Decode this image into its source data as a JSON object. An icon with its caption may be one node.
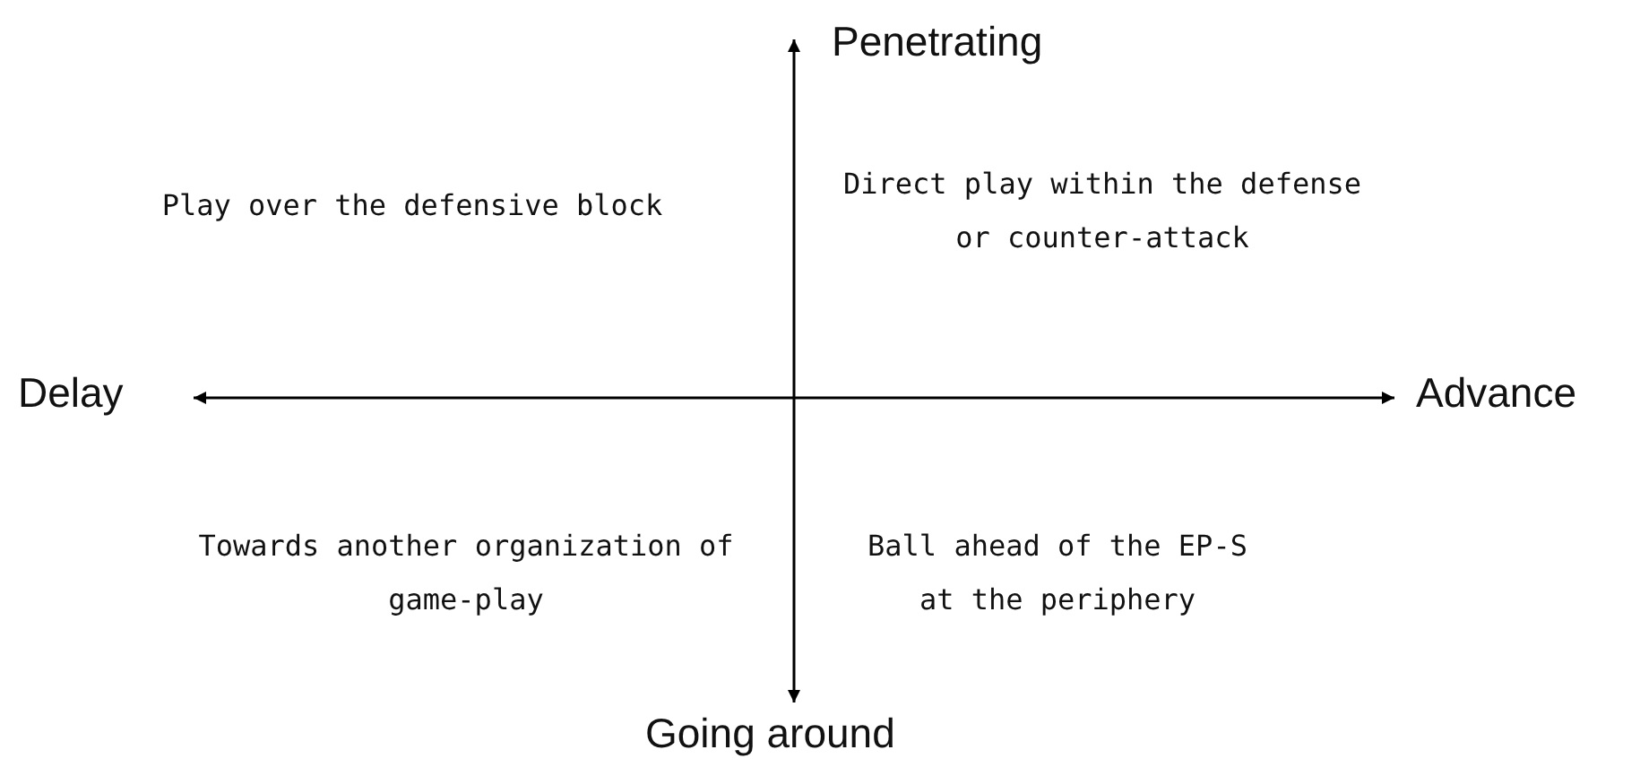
{
  "diagram": {
    "labels": [
      "Penetrating",
      "Play over the defensive block",
      "Direct play within the defense or counter-attack",
      "Delay",
      "Advance",
      "Towards another organization of game-play",
      "Ball ahead of the EP-S at the periphery",
      "Going around"
    ]
  }
}
